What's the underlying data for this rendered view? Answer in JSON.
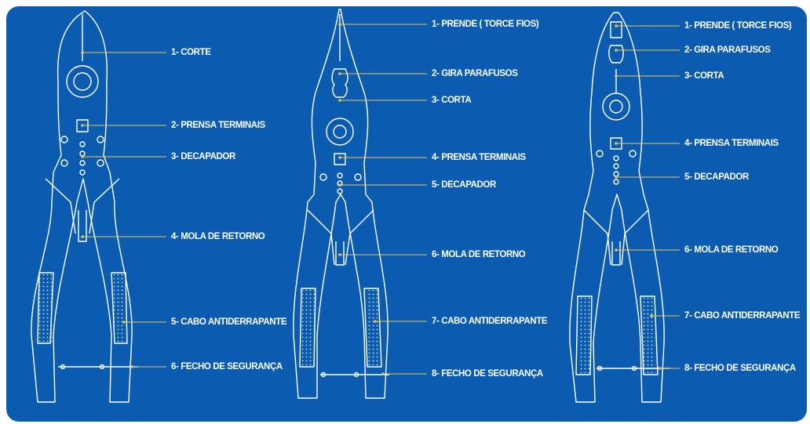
{
  "colors": {
    "background": "#0b5cb0",
    "outline": "#ffffff",
    "leader_line": "#e8c45a",
    "text": "#ffffff"
  },
  "tools": [
    {
      "icon": "diagonal-cutter-icon",
      "labels": [
        "1- CORTE",
        "2- PRENSA TERMINAIS",
        "3- DECAPADOR",
        "4- MOLA DE RETORNO",
        "5- CABO ANTIDERRAPANTE",
        "6- FECHO DE SEGURANÇA"
      ]
    },
    {
      "icon": "needle-nose-plier-icon",
      "labels": [
        "1- PRENDE ( TORCE FIOS)",
        "2- GIRA PARAFUSOS",
        "3- CORTA",
        "4- PRENSA TERMINAIS",
        "5- DECAPADOR",
        "6- MOLA DE RETORNO",
        "7- CABO ANTIDERRAPANTE",
        "8- FECHO DE SEGURANÇA"
      ]
    },
    {
      "icon": "combination-plier-icon",
      "labels": [
        "1- PRENDE ( TORCE FIOS)",
        "2- GIRA PARAFUSOS",
        "3- CORTA",
        "4- PRENSA TERMINAIS",
        "5- DECAPADOR",
        "6- MOLA DE RETORNO",
        "7- CABO ANTIDERRAPANTE",
        "8- FECHO DE SEGURANÇA"
      ]
    }
  ]
}
